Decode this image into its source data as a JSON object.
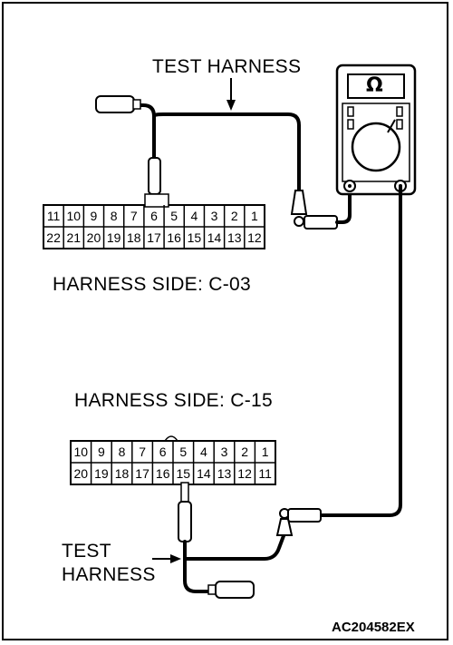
{
  "labels": {
    "test_harness_top": "TEST HARNESS",
    "harness_side_c03": "HARNESS SIDE: C-03",
    "harness_side_c15": "HARNESS SIDE: C-15",
    "test_harness_bottom_line1": "TEST",
    "test_harness_bottom_line2": "HARNESS",
    "figure_code": "AC204582EX"
  },
  "meter": {
    "symbol": "Ω"
  },
  "connector_c03": {
    "top_row": [
      "11",
      "10",
      "9",
      "8",
      "7",
      "6",
      "5",
      "4",
      "3",
      "2",
      "1"
    ],
    "bottom_row": [
      "22",
      "21",
      "20",
      "19",
      "18",
      "17",
      "16",
      "15",
      "14",
      "13",
      "12"
    ]
  },
  "connector_c15": {
    "top_row": [
      "10",
      "9",
      "8",
      "7",
      "6",
      "5",
      "4",
      "3",
      "2",
      "1"
    ],
    "bottom_row": [
      "20",
      "19",
      "18",
      "17",
      "16",
      "15",
      "14",
      "13",
      "12",
      "11"
    ]
  }
}
